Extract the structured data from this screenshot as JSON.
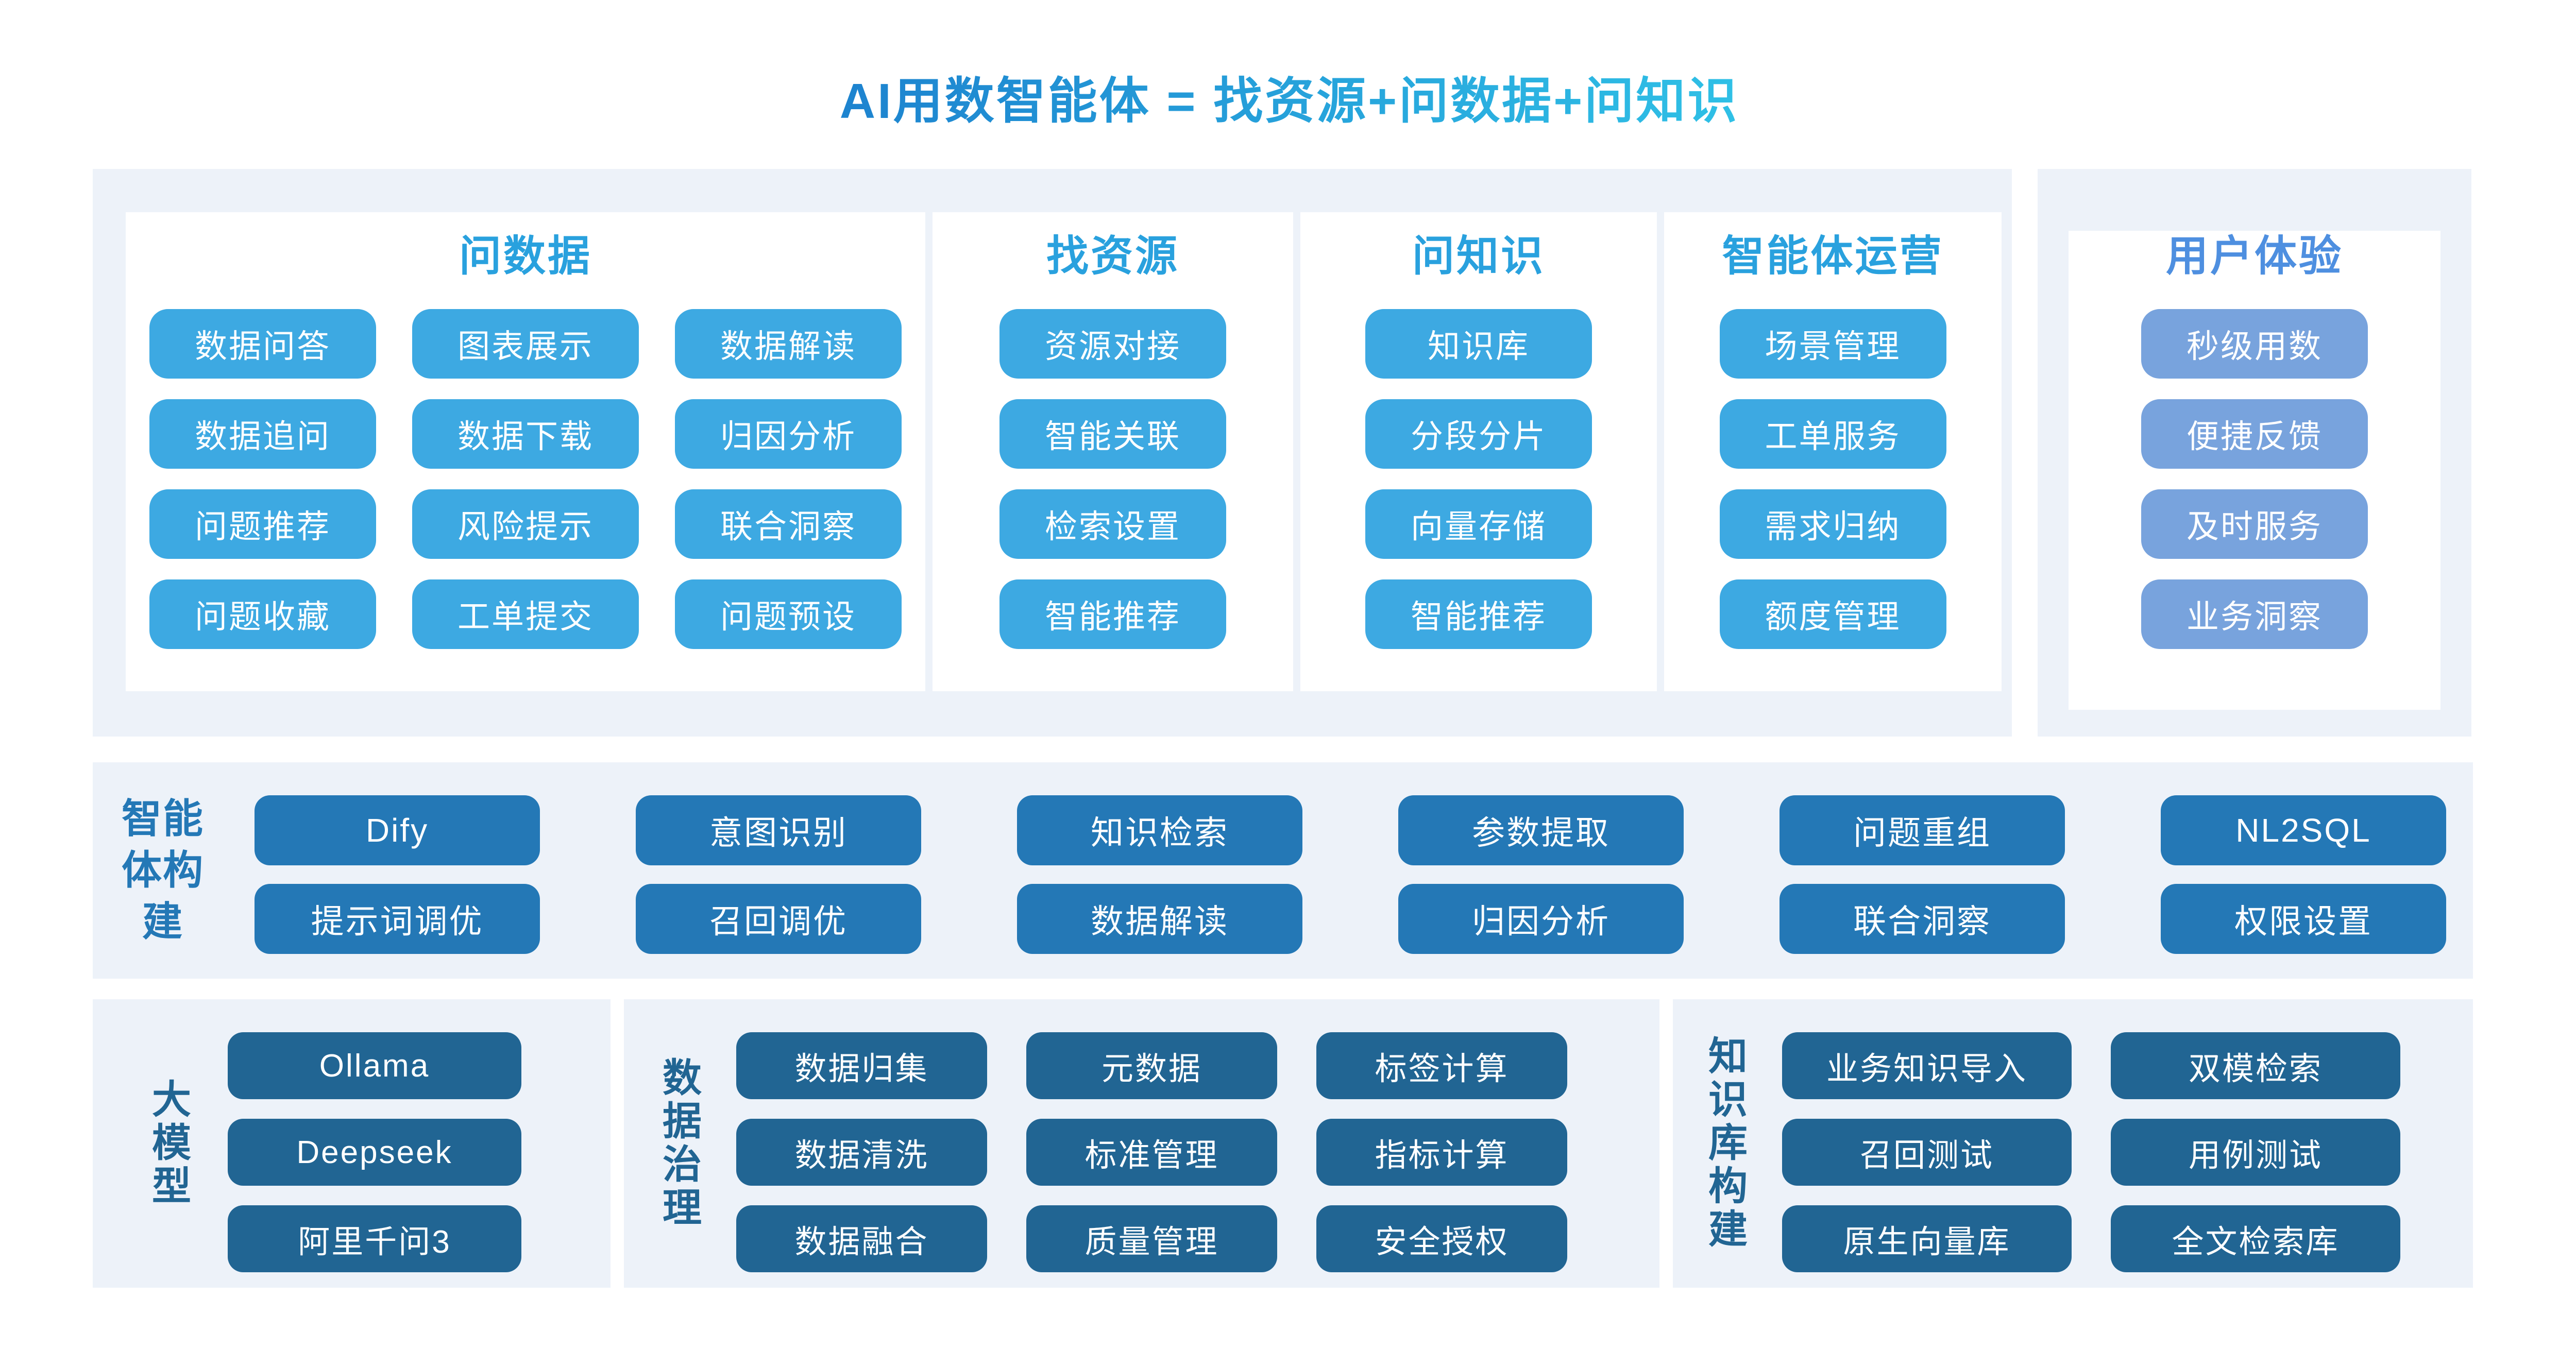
{
  "title": "AI用数智能体 = 找资源+问数据+问知识",
  "colors": {
    "panel": "#edf2f9",
    "sky": "#3da9e2",
    "sky_header": "#29a1de",
    "ux_header": "#4e8fe0",
    "ux_btn": "#78a3dd",
    "mid": "#2478b6",
    "deep": "#216593",
    "title_from": "#1d83cf",
    "title_to": "#2fc0e6"
  },
  "top": {
    "columns": [
      {
        "header": "问数据",
        "items": [
          "数据问答",
          "图表展示",
          "数据解读",
          "数据追问",
          "数据下载",
          "归因分析",
          "问题推荐",
          "风险提示",
          "联合洞察",
          "问题收藏",
          "工单提交",
          "问题预设"
        ]
      },
      {
        "header": "找资源",
        "items": [
          "资源对接",
          "智能关联",
          "检索设置",
          "智能推荐"
        ]
      },
      {
        "header": "问知识",
        "items": [
          "知识库",
          "分段分片",
          "向量存储",
          "智能推荐"
        ]
      },
      {
        "header": "智能体运营",
        "items": [
          "场景管理",
          "工单服务",
          "需求归纳",
          "额度管理"
        ]
      }
    ]
  },
  "experience": {
    "header": "用户体验",
    "items": [
      "秒级用数",
      "便捷反馈",
      "及时服务",
      "业务洞察"
    ]
  },
  "builder": {
    "label": "智能体构建",
    "row1": [
      "Dify",
      "意图识别",
      "知识检索",
      "参数提取",
      "问题重组",
      "NL2SQL"
    ],
    "row2": [
      "提示词调优",
      "召回调优",
      "数据解读",
      "归因分析",
      "联合洞察",
      "权限设置"
    ]
  },
  "foundation": [
    {
      "label": "大模型",
      "items": [
        "Ollama",
        "Deepseek",
        "阿里千问3"
      ]
    },
    {
      "label": "数据治理",
      "items": [
        "数据归集",
        "元数据",
        "标签计算",
        "数据清洗",
        "标准管理",
        "指标计算",
        "数据融合",
        "质量管理",
        "安全授权"
      ]
    },
    {
      "label": "知识库构建",
      "items": [
        "业务知识导入",
        "双模检索",
        "召回测试",
        "用例测试",
        "原生向量库",
        "全文检索库"
      ]
    }
  ]
}
